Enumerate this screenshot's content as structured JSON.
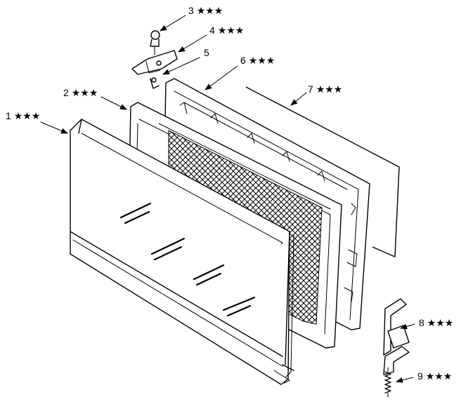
{
  "callouts": [
    {
      "number": "1",
      "marker": "★★★"
    },
    {
      "number": "2",
      "marker": "★★★"
    },
    {
      "number": "3",
      "marker": "★★★"
    },
    {
      "number": "4",
      "marker": "★★★"
    },
    {
      "number": "5",
      "marker": ""
    },
    {
      "number": "6",
      "marker": "★★★"
    },
    {
      "number": "7",
      "marker": "★★★"
    },
    {
      "number": "8",
      "marker": "★★★"
    },
    {
      "number": "9",
      "marker": "★★★"
    }
  ],
  "colors": {
    "line": "#000000",
    "background": "#ffffff"
  }
}
